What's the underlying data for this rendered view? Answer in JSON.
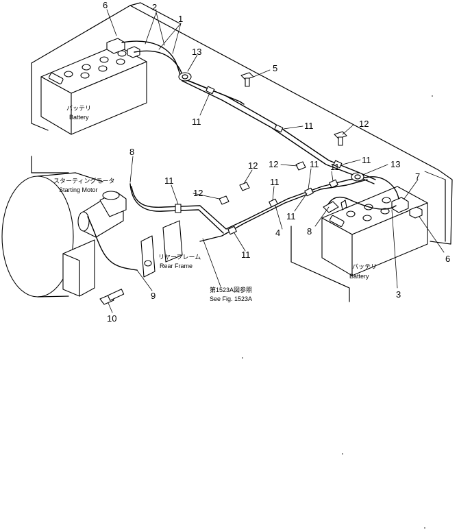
{
  "callouts": {
    "c1": "1",
    "c2": "2",
    "c3": "3",
    "c4": "4",
    "c5": "5",
    "c6a": "6",
    "c6b": "6",
    "c7": "7",
    "c8a": "8",
    "c8b": "8",
    "c9": "9",
    "c10": "10",
    "c11a": "11",
    "c11b": "11",
    "c11c": "11",
    "c11d": "11",
    "c11e": "11",
    "c11f": "11",
    "c11g": "11",
    "c11h": "11",
    "c11i": "11",
    "c12a": "12",
    "c12b": "12",
    "c12c": "12",
    "c12d": "12",
    "c13a": "13",
    "c13b": "13"
  },
  "labels": {
    "battery_left_jp": "バッテリ",
    "battery_left_en": "Battery",
    "battery_right_jp": "バッテリ",
    "battery_right_en": "Battery",
    "starting_motor_jp": "スターティングモータ",
    "starting_motor_en": "Starting Motor",
    "rear_frame_jp": "リヤーフレーム",
    "rear_frame_en": "Rear Frame",
    "see_fig_jp": "第1523A図参照",
    "see_fig_en": "See Fig. 1523A"
  }
}
